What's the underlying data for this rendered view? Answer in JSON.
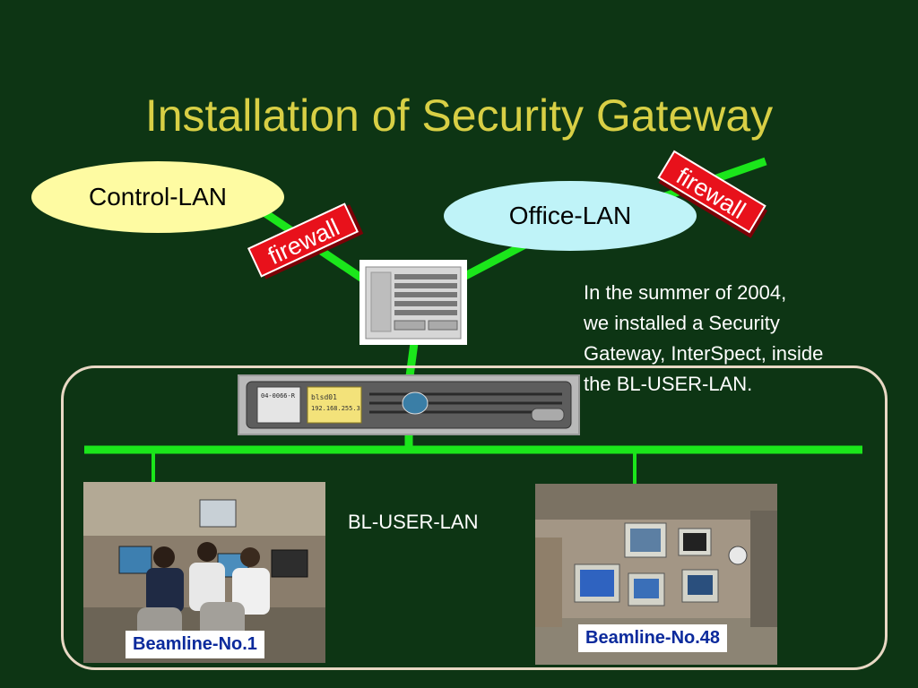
{
  "title": "Installation of Security Gateway",
  "networks": {
    "control_lan": "Control-LAN",
    "office_lan": "Office-LAN",
    "bl_user_lan": "BL-USER-LAN"
  },
  "firewalls": {
    "left": "firewall",
    "right": "firewall"
  },
  "devices": {
    "rack_label_line1": "04-0066-R",
    "rack_label_line2": "blsd01",
    "rack_label_line3": "192.168.255.3"
  },
  "info_text": [
    "In the summer of 2004,",
    "we installed a Security",
    "Gateway, InterSpect, inside",
    "the BL-USER-LAN."
  ],
  "photos": {
    "beamline_1": "Beamline-No.1",
    "beamline_48": "Beamline-No.48"
  },
  "colors": {
    "background": "#0d3514",
    "title": "#d8cf45",
    "wire": "#1be61b",
    "firewall": "#e8111b",
    "control_lan_fill": "#fefba2",
    "office_lan_fill": "#bff3f8",
    "caption_text": "#0b2a9c"
  }
}
